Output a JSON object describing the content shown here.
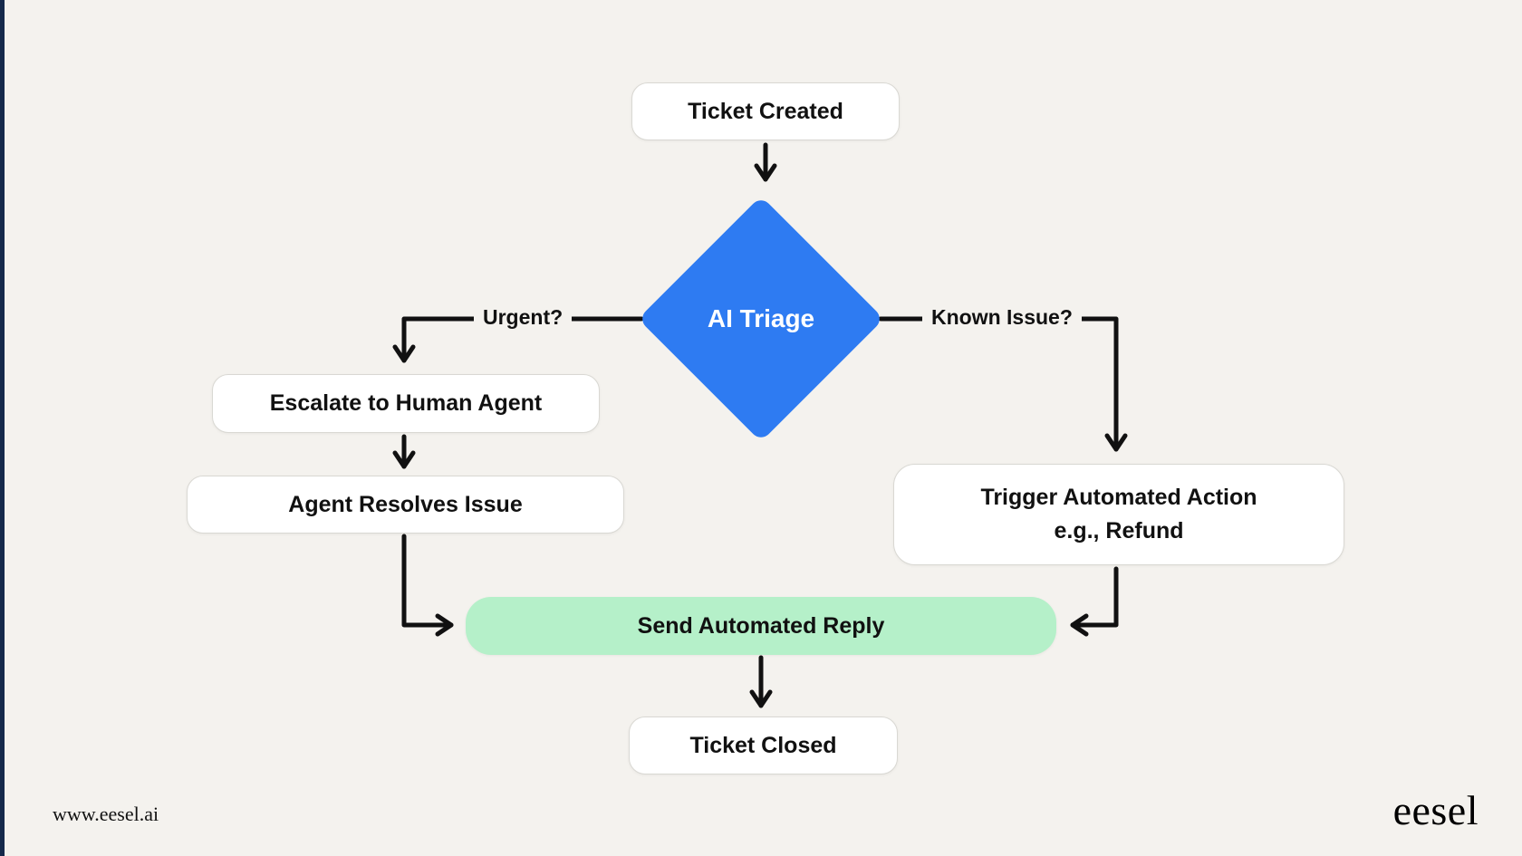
{
  "page": {
    "footer_left": "www.eesel.ai",
    "brand": "eesel"
  },
  "colors": {
    "background": "#f4f2ee",
    "left_accent_bar": "#15294b",
    "diamond_blue": "#2e7bf2",
    "success_green": "#b5f0c9",
    "connector_black": "#111111",
    "node_border": "#d9d8d3",
    "node_background": "#ffffff"
  },
  "nodes": {
    "ticket_created": {
      "label": "Ticket Created"
    },
    "ai_triage": {
      "label": "AI Triage"
    },
    "escalate": {
      "label": "Escalate to Human Agent"
    },
    "agent_resolves": {
      "label": "Agent Resolves Issue"
    },
    "trigger_action": {
      "line1": "Trigger Automated Action",
      "line2": "e.g., Refund"
    },
    "send_reply": {
      "label": "Send Automated Reply"
    },
    "ticket_closed": {
      "label": "Ticket Closed"
    }
  },
  "edges": {
    "urgent": {
      "label": "Urgent?"
    },
    "known_issue": {
      "label": "Known Issue?"
    }
  }
}
